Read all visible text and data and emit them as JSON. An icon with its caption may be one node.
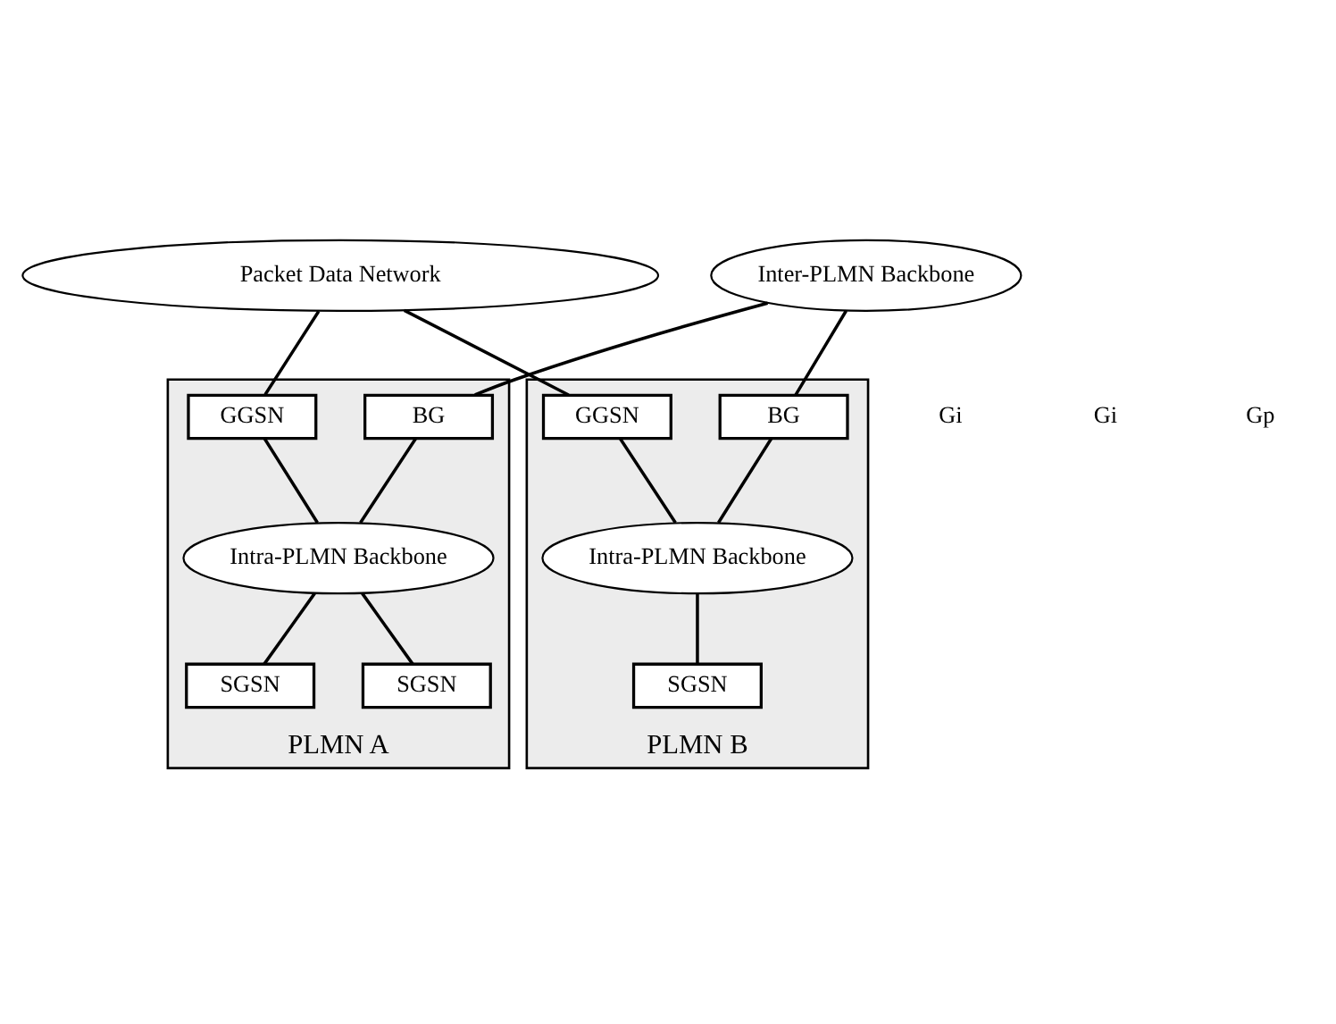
{
  "diagram": {
    "nodes": [
      {
        "text": [
          "Packet Data Network"
        ]
      },
      {
        "text": [
          "Inter-PLMN Backbone"
        ]
      },
      {
        "text": [
          "PLMN A"
        ]
      },
      {
        "text": [
          "GGSN"
        ],
        "in": 2
      },
      {
        "text": [
          "BG"
        ],
        "in": 2
      },
      {
        "text": [
          "Intra-PLMN Backbone"
        ],
        "in": 2
      },
      {
        "text": [
          "SGSN"
        ],
        "in": 2
      },
      {
        "text": [
          "SGSN"
        ],
        "in": 2
      },
      {
        "text": [
          "PLMN B"
        ]
      },
      {
        "text": [
          "BG"
        ],
        "in": 8
      },
      {
        "text": [
          "GGSN"
        ],
        "in": 8
      },
      {
        "text": [
          "Intra-PLMN Backbone"
        ],
        "in": 8
      },
      {
        "text": [
          "SGSN"
        ],
        "in": 8
      }
    ],
    "edges": [
      {
        "from": 0,
        "to": 3,
        "arrow": "none"
      },
      {
        "from": 1,
        "to": 4,
        "arrow": "none"
      },
      {
        "from": 1,
        "to": 9,
        "arrow": "none"
      },
      {
        "from": 0,
        "to": 10,
        "arrow": "none"
      },
      {
        "from": 3,
        "to": 5,
        "arrow": "none"
      },
      {
        "from": 4,
        "to": 5,
        "arrow": "none"
      },
      {
        "from": 5,
        "to": 6,
        "arrow": "none"
      },
      {
        "from": 5,
        "to": 7,
        "arrow": "none"
      },
      {
        "from": 9,
        "to": 11,
        "arrow": "none"
      },
      {
        "from": 10,
        "to": 11,
        "arrow": "none"
      },
      {
        "from": 11,
        "to": 12,
        "arrow": "none"
      }
    ],
    "labels": [
      "Gi",
      "Gp",
      "Gi"
    ]
  }
}
